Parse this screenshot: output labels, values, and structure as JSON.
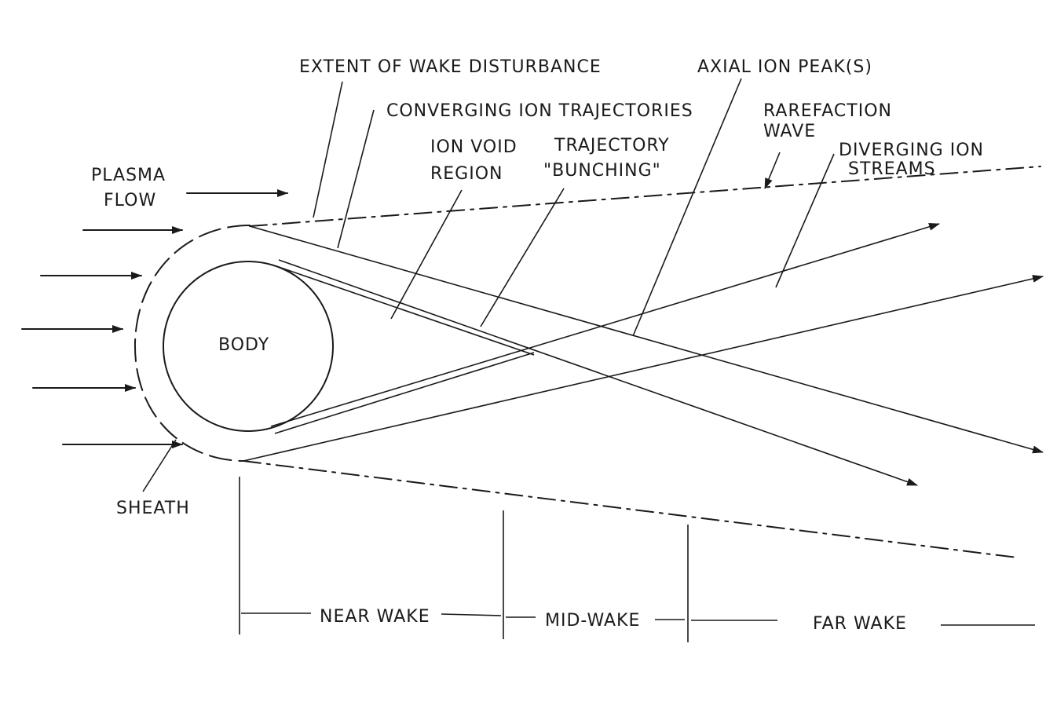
{
  "labels": {
    "extent": "EXTENT OF WAKE DISTURBANCE",
    "axial": "AXIAL ION PEAK(S)",
    "converging": "CONVERGING ION TRAJECTORIES",
    "rarefaction_1": "RAREFACTION",
    "rarefaction_2": "WAVE",
    "void_1": "ION VOID",
    "void_2": "REGION",
    "traj_1": "TRAJECTORY",
    "traj_2": "\"BUNCHING\"",
    "diverging_1": "DIVERGING ION",
    "diverging_2": "STREAMS",
    "plasma_1": "PLASMA",
    "plasma_2": "FLOW",
    "body": "BODY",
    "sheath": "SHEATH",
    "near": "NEAR WAKE",
    "mid": "MID-WAKE",
    "far": "FAR WAKE"
  }
}
